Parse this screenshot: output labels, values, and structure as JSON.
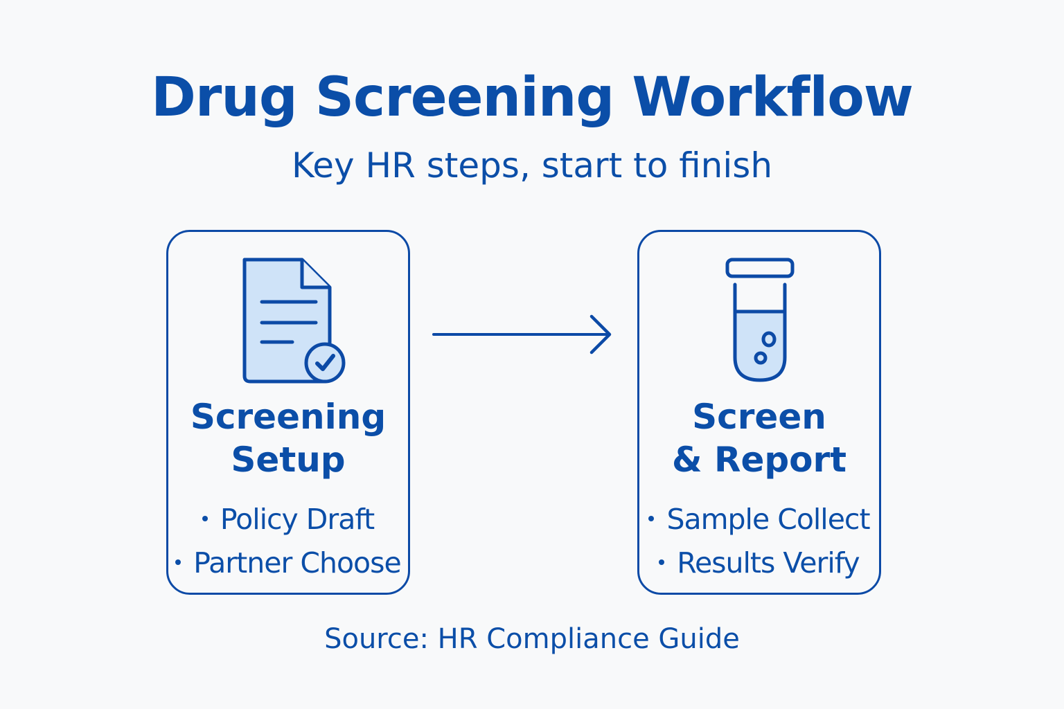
{
  "header": {
    "title": "Drug Screening Workflow",
    "subtitle": "Key HR steps, start to finish"
  },
  "colors": {
    "primary": "#0b4ea8",
    "icon_fill": "#cfe3f8",
    "background": "#f8f9fa"
  },
  "steps": [
    {
      "icon": "document-check-icon",
      "heading_line1": "Screening",
      "heading_line2": "Setup",
      "bullets": [
        "Policy Draft",
        "Partner Choose"
      ]
    },
    {
      "icon": "test-tube-icon",
      "heading_line1": "Screen",
      "heading_line2": "& Report",
      "bullets": [
        "Sample Collect",
        "Results Verify"
      ]
    }
  ],
  "connector": {
    "icon": "arrow-right-icon"
  },
  "footer": {
    "source": "Source: HR Compliance Guide"
  }
}
